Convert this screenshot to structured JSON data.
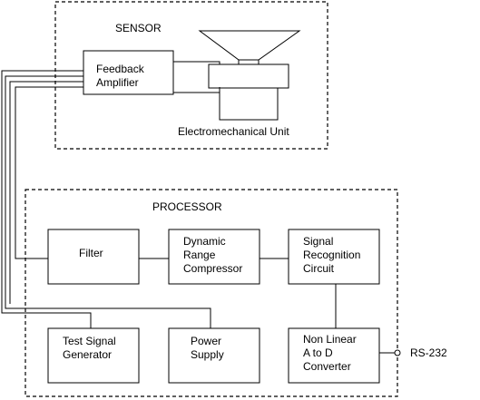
{
  "sensor": {
    "title": "SENSOR",
    "feedback_amplifier": [
      "Feedback",
      "Amplifier"
    ],
    "electromechanical_unit": "Electromechanical Unit"
  },
  "processor": {
    "title": "PROCESSOR",
    "filter": [
      "Filter"
    ],
    "compressor": [
      "Dynamic",
      "Range",
      "Compressor"
    ],
    "recognition": [
      "Signal",
      "Recognition",
      "Circuit"
    ],
    "test_signal": [
      "Test Signal",
      "Generator"
    ],
    "power_supply": [
      "Power",
      "Supply"
    ],
    "converter": [
      "Non Linear",
      "A to D",
      "Converter"
    ]
  },
  "output_label": "RS-232"
}
